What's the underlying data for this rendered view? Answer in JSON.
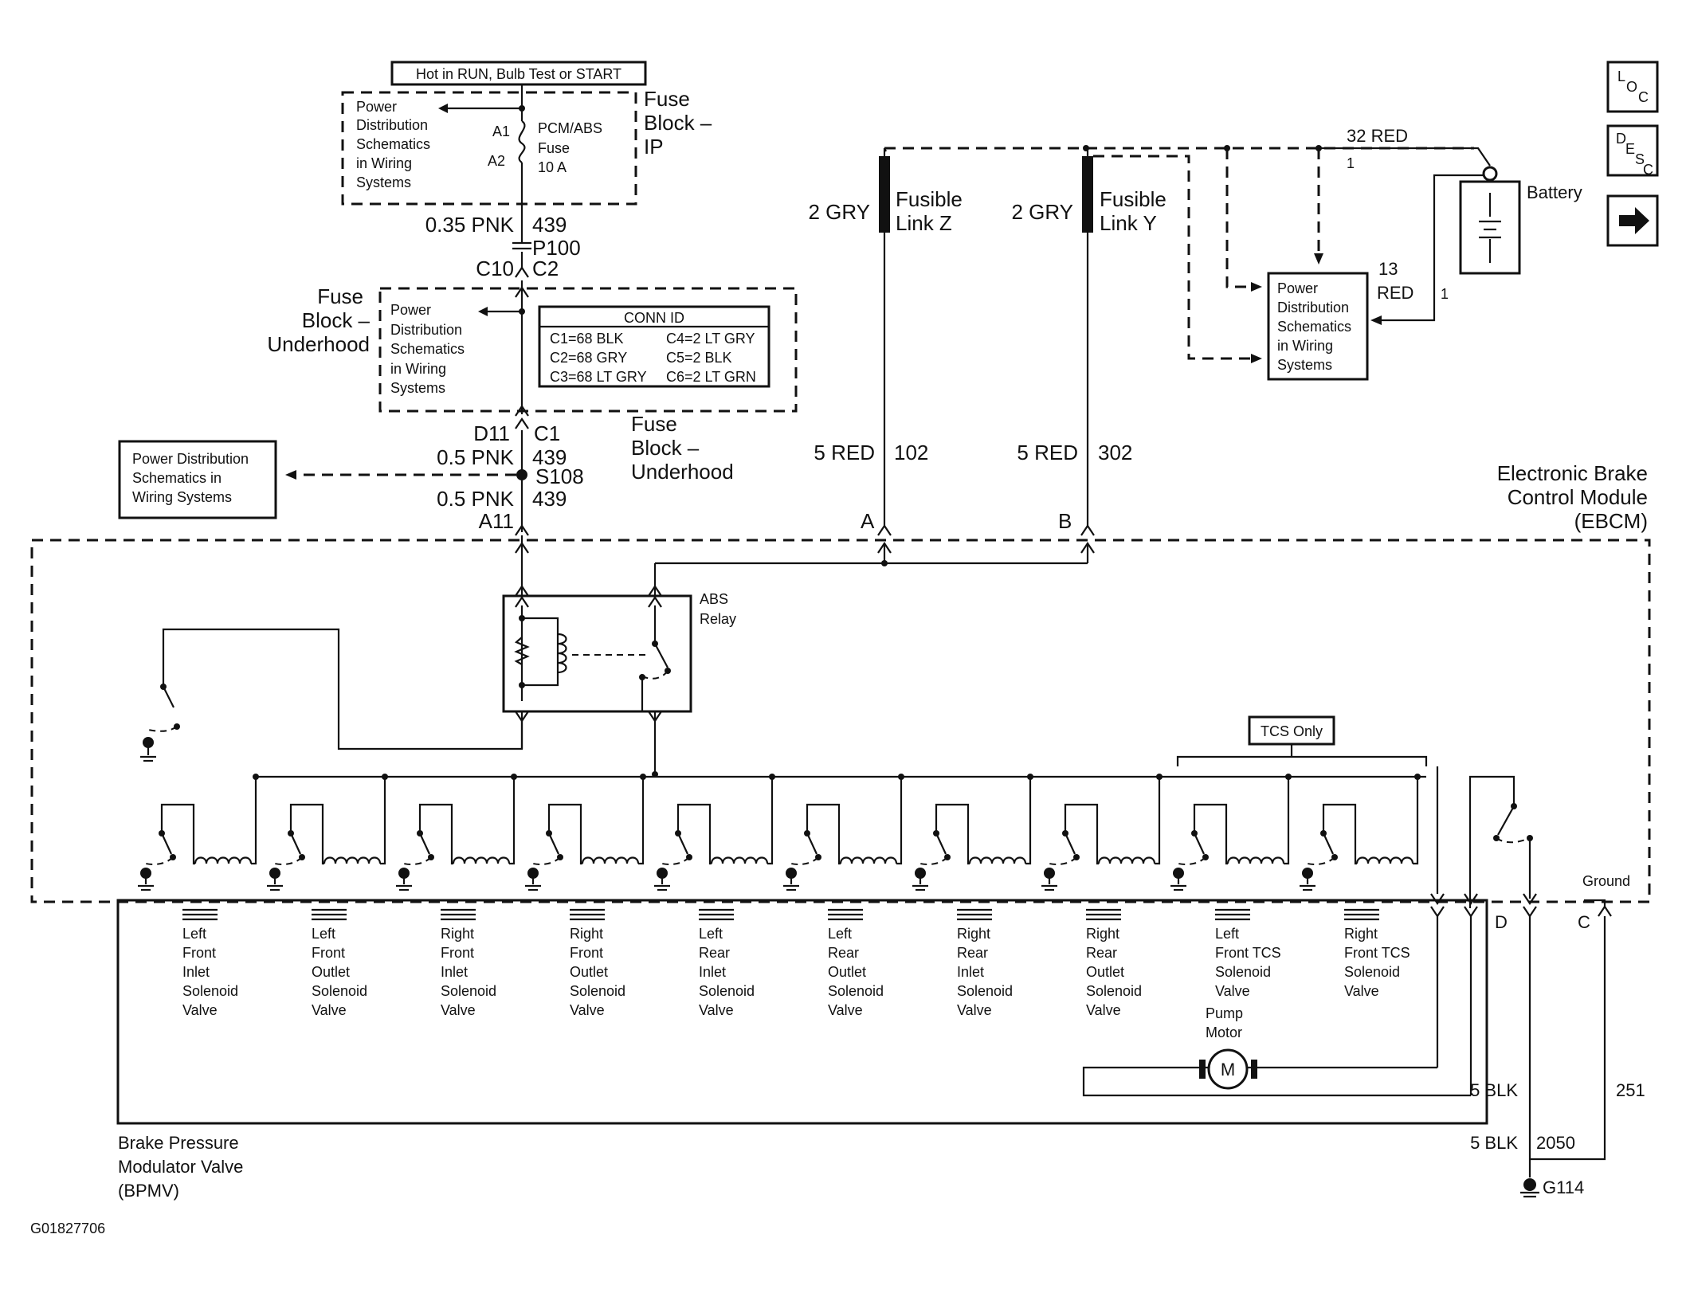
{
  "power": {
    "hot_label": "Hot in RUN, Bulb Test or START",
    "pdist_lines": [
      "Power",
      "Distribution",
      "Schematics",
      "in Wiring",
      "Systems"
    ],
    "fuse_block_ip": [
      "Fuse",
      "Block –",
      "IP"
    ],
    "fuse_label": [
      "PCM/ABS",
      "Fuse",
      "10 A"
    ],
    "a1": "A1",
    "a2": "A2",
    "wire_pnk_035": "0.35 PNK",
    "wire_439": "439",
    "p100": "P100",
    "c10": "C10",
    "c2": "C2",
    "fuse_block_uh_left": [
      "Fuse",
      "Block –",
      "Underhood"
    ],
    "conn_id": {
      "title": "CONN ID",
      "rows": [
        [
          "C1=68 BLK",
          "C4=2 LT GRY"
        ],
        [
          "C2=68 GRY",
          "C5=2 BLK"
        ],
        [
          "C3=68 LT GRY",
          "C6=2 LT GRN"
        ]
      ]
    },
    "d11": "D11",
    "c1": "C1",
    "wire_pnk_05": "0.5 PNK",
    "s108": "S108",
    "a11": "A11",
    "fuse_block_uh_right": [
      "Fuse",
      "Block –",
      "Underhood"
    ],
    "pdist_single": [
      "Power Distribution",
      "Schematics in",
      "Wiring Systems"
    ]
  },
  "fusible": {
    "z_wire": "2 GRY",
    "z_label": [
      "Fusible",
      "Link Z"
    ],
    "y_wire": "2 GRY",
    "y_label": [
      "Fusible",
      "Link Y"
    ],
    "red5_a": "5 RED",
    "c102": "102",
    "red5_b": "5 RED",
    "c302": "302",
    "pin_a": "A",
    "pin_b": "B"
  },
  "battery": {
    "red32": "32 RED",
    "one_top": "1",
    "label": "Battery",
    "red13": [
      "13",
      "RED"
    ],
    "one_side": "1",
    "pdist_lines": [
      "Power",
      "Distribution",
      "Schematics",
      "in Wiring",
      "Systems"
    ]
  },
  "ebcm": {
    "title": [
      "Electronic Brake",
      "Control Module",
      "(EBCM)"
    ],
    "abs_relay": [
      "ABS",
      "Relay"
    ],
    "tcs_only": "TCS Only",
    "ground": "Ground",
    "pin_d": "D",
    "pin_c": "C"
  },
  "bpmv": {
    "title": [
      "Brake Pressure",
      "Modulator Valve",
      "(BPMV)"
    ],
    "valves": [
      [
        "Left",
        "Front",
        "Inlet",
        "Solenoid",
        "Valve"
      ],
      [
        "Left",
        "Front",
        "Outlet",
        "Solenoid",
        "Valve"
      ],
      [
        "Right",
        "Front",
        "Inlet",
        "Solenoid",
        "Valve"
      ],
      [
        "Right",
        "Front",
        "Outlet",
        "Solenoid",
        "Valve"
      ],
      [
        "Left",
        "Rear",
        "Inlet",
        "Solenoid",
        "Valve"
      ],
      [
        "Left",
        "Rear",
        "Outlet",
        "Solenoid",
        "Valve"
      ],
      [
        "Right",
        "Rear",
        "Inlet",
        "Solenoid",
        "Valve"
      ],
      [
        "Right",
        "Rear",
        "Outlet",
        "Solenoid",
        "Valve"
      ],
      [
        "Left",
        "Front TCS",
        "Solenoid",
        "Valve"
      ],
      [
        "Right",
        "Front TCS",
        "Solenoid",
        "Valve"
      ]
    ],
    "pump": [
      "Pump",
      "Motor"
    ],
    "motor_symbol": "M"
  },
  "ground_wires": {
    "blk5_a": "5 BLK",
    "c251": "251",
    "blk5_b": "5 BLK",
    "c2050": "2050",
    "g114": "G114"
  },
  "nav": {
    "loc": [
      "L",
      "O",
      "C"
    ],
    "desc": [
      "D",
      "E",
      "S",
      "C"
    ],
    "arrow": "→"
  },
  "figure_id": "G01827706"
}
